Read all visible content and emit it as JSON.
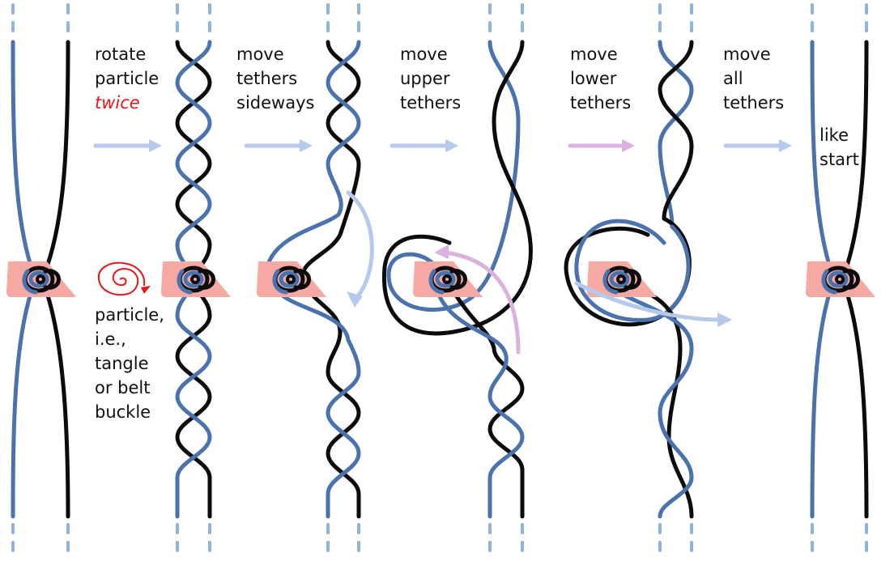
{
  "labels": {
    "step1": {
      "lines": [
        "rotate",
        "particle"
      ],
      "emphasis": "twice"
    },
    "step2": {
      "lines": [
        "move",
        "tethers",
        "sideways"
      ]
    },
    "step3": {
      "lines": [
        "move",
        "upper",
        "tethers"
      ]
    },
    "step4": {
      "lines": [
        "move",
        "lower",
        "tethers"
      ]
    },
    "step5": {
      "lines": [
        "move",
        "all",
        "tethers"
      ]
    },
    "final": {
      "lines": [
        "like",
        "start"
      ]
    },
    "particle_caption": {
      "lines": [
        "particle,",
        "i.e.,",
        "tangle",
        "or belt",
        "buckle"
      ]
    }
  },
  "colors": {
    "tether_blue": "#4a72ad",
    "tether_black": "#0b0b0b",
    "tail_dash": "#8fb4dd",
    "plate": "#f6a8a3",
    "arrow_blue": "#b6c9ea",
    "arrow_pink": "#d9b3dd",
    "emphasis_red": "#e8151b"
  },
  "icons": {
    "rotation": "red-spiral-icon",
    "step_arrow": "right-arrow-icon"
  }
}
